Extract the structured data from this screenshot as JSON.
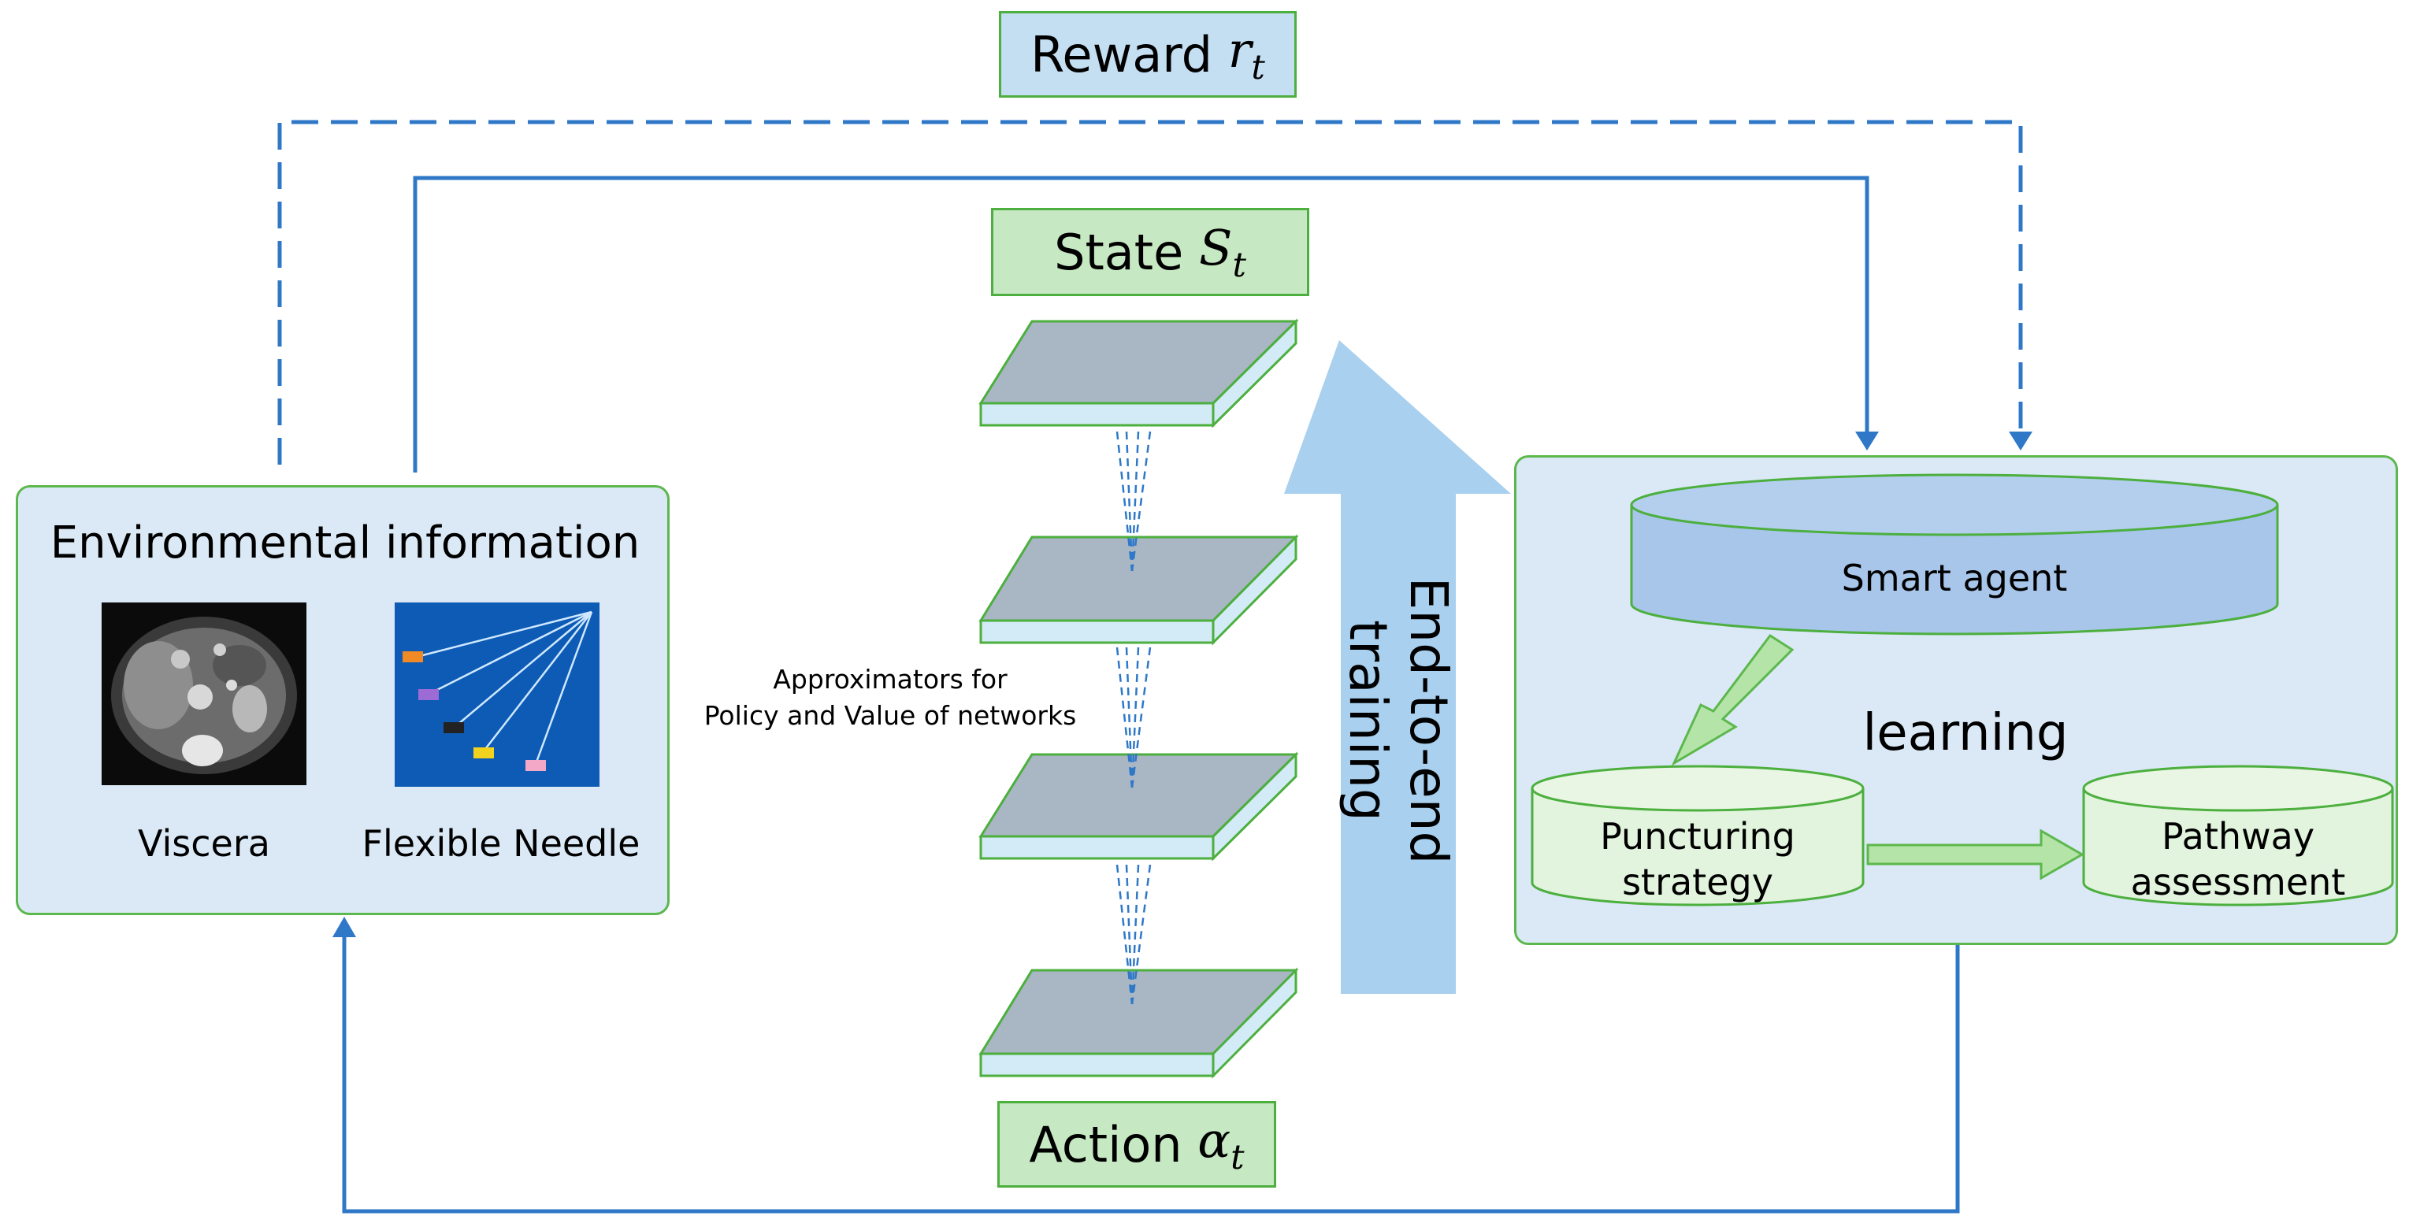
{
  "reward": {
    "label": "Reward",
    "symbol": "r",
    "subscript": "t"
  },
  "state": {
    "label": "State",
    "symbol": "S",
    "subscript": "t"
  },
  "action": {
    "label": "Action",
    "symbol": "α",
    "subscript": "t"
  },
  "environment": {
    "title": "Environmental information",
    "image1_caption": "Viscera",
    "image2_caption": "Flexible Needle"
  },
  "approximators": {
    "line1": "Approximators for",
    "line2": "Policy and Value  of networks"
  },
  "training_label": "End-to-end training",
  "agent_panel": {
    "smart_agent": "Smart agent",
    "learning": "learning",
    "puncturing": {
      "line1": "Puncturing",
      "line2": "strategy"
    },
    "pathway": {
      "line1": "Pathway",
      "line2": "assessment"
    }
  },
  "colors": {
    "arrow_blue": "#2f78c8",
    "green_border": "#4caf3e",
    "panel_fill": "#dbe9f6",
    "big_arrow": "#a9d0ee",
    "layer_top": "#a9b6c4",
    "layer_side": "#d3ebf6",
    "cylinder_blue": "#a8c5ea",
    "cylinder_green": "#e2f4dd"
  },
  "icons": [
    "ct-scan-image",
    "needles-image"
  ]
}
